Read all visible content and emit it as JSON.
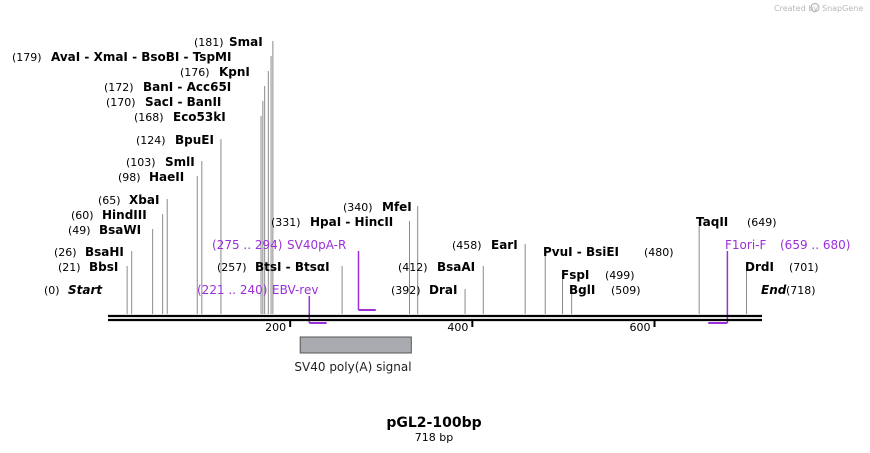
{
  "credit": "Created by",
  "credit_brand": "SnapGene",
  "title": "pGL2-100bp",
  "subtitle": "718 bp",
  "feature": {
    "label": "SV40 poly(A) signal",
    "start": 211,
    "end": 333
  },
  "scale_ticks": [
    "200",
    "400",
    "600"
  ],
  "sites": [
    {
      "pos": "(181)",
      "name": "SmaI",
      "line": 181
    },
    {
      "pos": "(179)",
      "name": "AvaI  - XmaI  - BsoBI  - TspMI",
      "line": 179
    },
    {
      "pos": "(176)",
      "name": "KpnI",
      "line": 176
    },
    {
      "pos": "(172)",
      "name": "BanI  - Acc65I",
      "line": 172
    },
    {
      "pos": "(170)",
      "name": "SacI  - BanII",
      "line": 170
    },
    {
      "pos": "(168)",
      "name": "Eco53kI",
      "line": 168
    },
    {
      "pos": "(124)",
      "name": "BpuEI",
      "line": 124
    },
    {
      "pos": "(103)",
      "name": "SmlI",
      "line": 103
    },
    {
      "pos": "(98)",
      "name": "HaeII",
      "line": 98
    },
    {
      "pos": "(65)",
      "name": "XbaI",
      "line": 65
    },
    {
      "pos": "(60)",
      "name": "HindIII",
      "line": 60
    },
    {
      "pos": "(49)",
      "name": "BsaWI",
      "line": 49
    },
    {
      "pos": "(26)",
      "name": "BsaHI",
      "line": 26
    },
    {
      "pos": "(21)",
      "name": "BbsI",
      "line": 21
    },
    {
      "pos": "(0)",
      "name": "Start",
      "line": 0
    },
    {
      "pos": "(257)",
      "name": "BtsI  - BtsαI",
      "line": 257
    },
    {
      "pos": "(331)",
      "name": "HpaI  - HincII",
      "line": 331
    },
    {
      "pos": "(340)",
      "name": "MfeI",
      "line": 340
    },
    {
      "pos": "(412)",
      "name": "BsaAI",
      "line": 412
    },
    {
      "pos": "(392)",
      "name": "DraI",
      "line": 392
    },
    {
      "pos": "(458)",
      "name": "EarI",
      "line": 458
    },
    {
      "pos": "(480)",
      "name": "PvuI  - BsiEI",
      "line": 480
    },
    {
      "pos": "(499)",
      "name": "FspI",
      "line": 499
    },
    {
      "pos": "(509)",
      "name": "BglI",
      "line": 509
    },
    {
      "pos": "(649)",
      "name": "TaqII",
      "line": 649
    },
    {
      "pos": "(701)",
      "name": "DrdI",
      "line": 701
    },
    {
      "pos": "(718)",
      "name": "End",
      "line": 718
    }
  ],
  "primers": [
    {
      "range": "(275 .. 294)",
      "name": "SV40pA-R",
      "start": 275,
      "end": 294,
      "strand": "reverse"
    },
    {
      "range": "(221 .. 240)",
      "name": "EBV-rev",
      "start": 221,
      "end": 240,
      "strand": "reverse"
    },
    {
      "range": "(659 .. 680)",
      "name": "F1ori-F",
      "start": 659,
      "end": 680,
      "strand": "forward"
    }
  ],
  "colors": {
    "primer": "#9b30d9",
    "feature_fill": "#a9abb0",
    "feature_stroke": "#555555",
    "backbone": "#000000"
  }
}
